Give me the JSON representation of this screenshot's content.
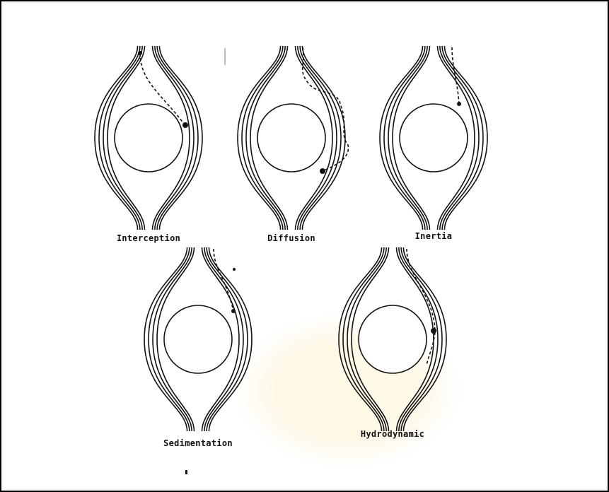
{
  "mechanisms": [
    {
      "id": "interception",
      "label": "Interception"
    },
    {
      "id": "diffusion",
      "label": "Diffusion"
    },
    {
      "id": "inertia",
      "label": "Inertia"
    },
    {
      "id": "sedimentation",
      "label": "Sedimentation"
    },
    {
      "id": "hydrodynamic",
      "label": "Hydrodynamic"
    }
  ]
}
